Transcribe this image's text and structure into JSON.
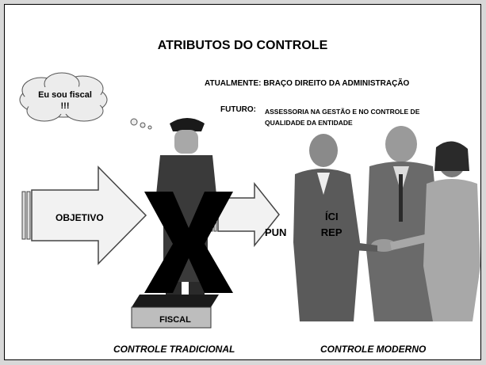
{
  "slide": {
    "title": "ATRIBUTOS DO CONTROLE",
    "atualmente": "ATUALMENTE:  BRAÇO DIREITO DA ADMINISTRAÇÃO",
    "futuro_label": "FUTURO:",
    "futuro_text": "ASSESSORIA NA GESTÃO E NO  CONTROLE DE QUALIDADE DA ENTIDADE",
    "overlap_line1": "ÍCI",
    "overlap_line2": "PUN            REP",
    "speech_bubble": "Eu sou fiscal !!!",
    "arrow_label": "OBJETIVO",
    "pedestal_label": "FISCAL",
    "caption_left": "CONTROLE TRADICIONAL",
    "caption_right": "CONTROLE MODERNO"
  },
  "colors": {
    "cloud_fill": "#ececec",
    "arrow_fill": "#f2f2f2",
    "pedestal_top": "#1a1a1a",
    "pedestal_front": "#bdbdbd",
    "cross": "#000000",
    "figures": "#3a3a3a",
    "people_light": "#9a9a9a"
  },
  "icons": {
    "thinking_cloud": "cloud-shape",
    "fiscal_figure": "uniformed-guard",
    "big_x": "x-mark",
    "handshake": "business-people-shaking-hands"
  }
}
